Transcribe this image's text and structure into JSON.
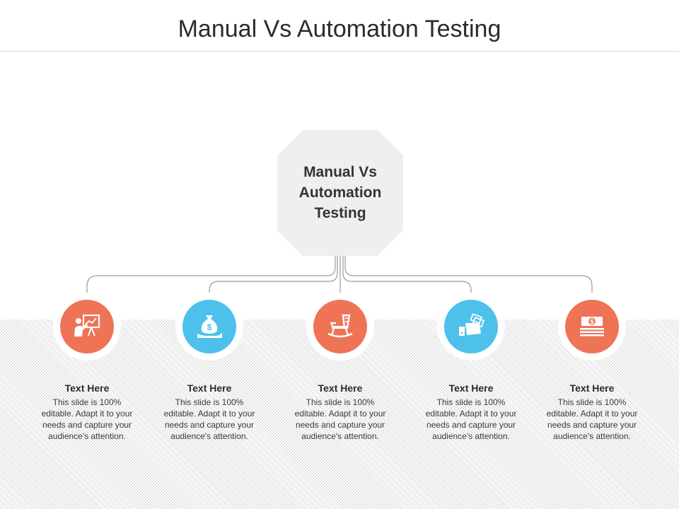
{
  "slide_title": "Manual Vs Automation Testing",
  "center": {
    "lines": [
      "Manual Vs",
      "Automation",
      "Testing"
    ]
  },
  "colors": {
    "orange": "#EE7455",
    "blue": "#4DC0EC",
    "octagon": "#EFEFEF",
    "connector": "#9A9A9A"
  },
  "nodes": [
    {
      "icon": "presentation-board-icon",
      "color": "orange",
      "title": "Text Here",
      "body": [
        "This slide is 100%",
        "editable. Adapt it to your",
        "needs and capture your",
        "audience's attention."
      ]
    },
    {
      "icon": "money-bag-hand-icon",
      "color": "blue",
      "title": "Text Here",
      "body": [
        "This slide is 100%",
        "editable. Adapt it to your",
        "needs and capture your",
        "audience's attention."
      ]
    },
    {
      "icon": "rocking-chair-icon",
      "color": "orange",
      "title": "Text Here",
      "body": [
        "This slide is 100%",
        "editable. Adapt it to your",
        "needs and capture your",
        "audience's attention."
      ]
    },
    {
      "icon": "wallet-cash-icon",
      "color": "blue",
      "title": "Text Here",
      "body": [
        "This slide is 100%",
        "editable. Adapt it to your",
        "needs and capture your",
        "audience's attention."
      ]
    },
    {
      "icon": "cash-stack-icon",
      "color": "orange",
      "title": "Text Here",
      "body": [
        "This slide is 100%",
        "editable. Adapt it to your",
        "needs and capture your",
        "audience's attention."
      ]
    }
  ]
}
